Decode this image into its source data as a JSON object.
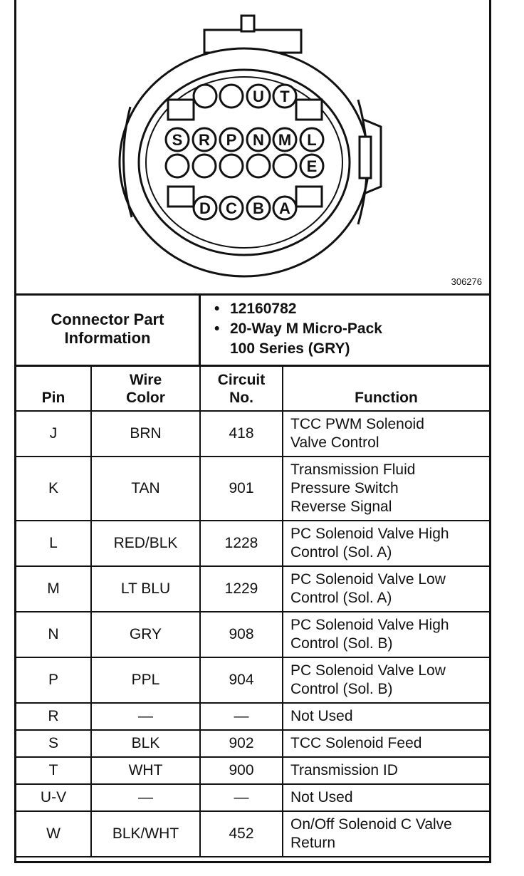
{
  "figure_number": "306276",
  "connector": {
    "pin_labels_top": [
      "U",
      "T"
    ],
    "pin_labels_row2": [
      "S",
      "R",
      "P",
      "N",
      "M",
      "L"
    ],
    "pin_labels_row3": [
      "E"
    ],
    "pin_labels_bottom": [
      "D",
      "C",
      "B",
      "A"
    ]
  },
  "connector_info": {
    "label_line1": "Connector Part",
    "label_line2": "Information",
    "bullet": "•",
    "item1": "12160782",
    "item2_line1": "20-Way M Micro-Pack",
    "item2_line2": "100 Series (GRY)"
  },
  "table": {
    "headers": {
      "pin": "Pin",
      "wire_line1": "Wire",
      "wire_line2": "Color",
      "circuit_line1": "Circuit",
      "circuit_line2": "No.",
      "function": "Function"
    },
    "rows": [
      {
        "pin": "J",
        "color": "BRN",
        "circuit": "418",
        "f1": "TCC PWM Solenoid",
        "f2": "Valve Control",
        "f3": ""
      },
      {
        "pin": "K",
        "color": "TAN",
        "circuit": "901",
        "f1": "Transmission Fluid",
        "f2": "Pressure Switch",
        "f3": "Reverse Signal"
      },
      {
        "pin": "L",
        "color": "RED/BLK",
        "circuit": "1228",
        "f1": "PC Solenoid Valve High",
        "f2": "Control (Sol. A)",
        "f3": ""
      },
      {
        "pin": "M",
        "color": "LT BLU",
        "circuit": "1229",
        "f1": "PC Solenoid Valve Low",
        "f2": "Control (Sol. A)",
        "f3": ""
      },
      {
        "pin": "N",
        "color": "GRY",
        "circuit": "908",
        "f1": "PC Solenoid Valve High",
        "f2": "Control (Sol. B)",
        "f3": ""
      },
      {
        "pin": "P",
        "color": "PPL",
        "circuit": "904",
        "f1": "PC Solenoid Valve Low",
        "f2": "Control (Sol. B)",
        "f3": ""
      },
      {
        "pin": "R",
        "color": "—",
        "circuit": "—",
        "f1": "Not Used",
        "f2": "",
        "f3": ""
      },
      {
        "pin": "S",
        "color": "BLK",
        "circuit": "902",
        "f1": "TCC Solenoid Feed",
        "f2": "",
        "f3": ""
      },
      {
        "pin": "T",
        "color": "WHT",
        "circuit": "900",
        "f1": "Transmission ID",
        "f2": "",
        "f3": ""
      },
      {
        "pin": "U-V",
        "color": "—",
        "circuit": "—",
        "f1": "Not Used",
        "f2": "",
        "f3": ""
      },
      {
        "pin": "W",
        "color": "BLK/WHT",
        "circuit": "452",
        "f1": "On/Off Solenoid C Valve",
        "f2": "Return",
        "f3": ""
      }
    ]
  }
}
